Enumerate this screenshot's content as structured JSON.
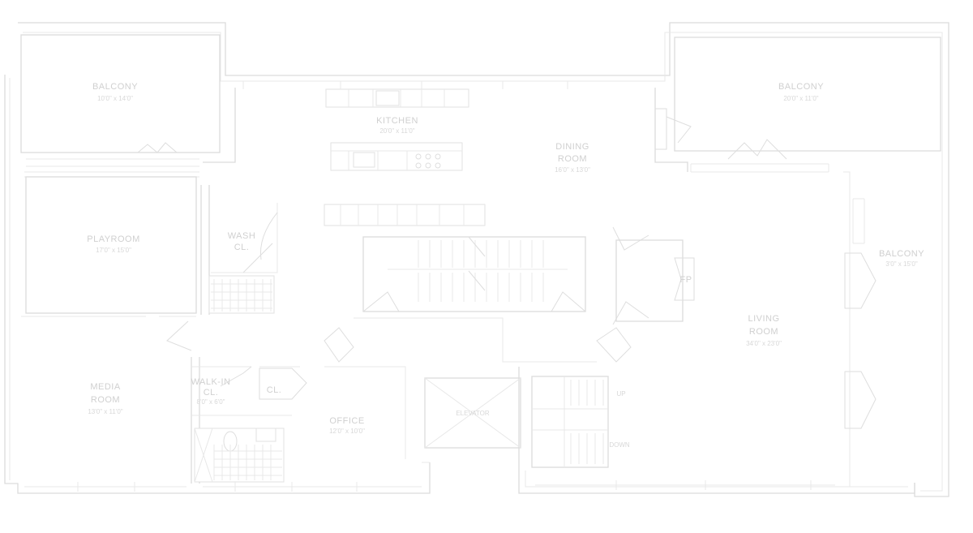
{
  "rooms": {
    "balcony_left": {
      "name": "BALCONY",
      "dims": "10'0\" x 14'0\""
    },
    "kitchen": {
      "name": "KITCHEN",
      "dims": "20'0\" x 11'0\""
    },
    "dining": {
      "name_line1": "DINING",
      "name_line2": "ROOM",
      "dims": "16'0\" x 13'0\""
    },
    "balcony_right": {
      "name": "BALCONY",
      "dims": "20'0\" x 11'0\""
    },
    "playroom": {
      "name": "PLAYROOM",
      "dims": "17'0\" x 15'0\""
    },
    "wash_closet": {
      "name_line1": "WASH",
      "name_line2": "CL."
    },
    "balcony_east": {
      "name": "BALCONY",
      "dims": "3'0\" x 15'0\""
    },
    "fireplace": {
      "name": "FP"
    },
    "living": {
      "name_line1": "LIVING",
      "name_line2": "ROOM",
      "dims": "34'0\" x 23'0\""
    },
    "media": {
      "name_line1": "MEDIA",
      "name_line2": "ROOM",
      "dims": "13'0\" x 11'0\""
    },
    "walk_in_closet": {
      "name_line1": "WALK-IN",
      "name_line2": "CL.",
      "dims": "8'0\" x 6'0\""
    },
    "closet": {
      "name": "CL."
    },
    "office": {
      "name": "OFFICE",
      "dims": "12'0\" x 10'0\""
    },
    "elevator": {
      "name": "ELEVATOR"
    }
  },
  "stair_labels": {
    "up": "UP",
    "down": "DOWN"
  }
}
